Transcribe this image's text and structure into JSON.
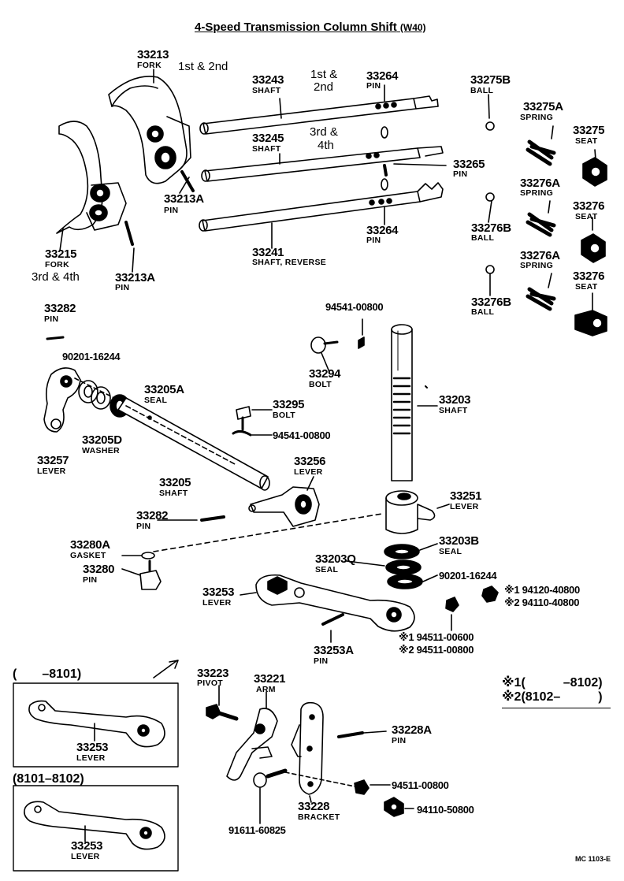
{
  "title": {
    "main": "4-Speed Transmission Column Shift",
    "code": "(W40)"
  },
  "parts": {
    "p33213": {
      "num": "33213",
      "name": "FORK",
      "note": "1st & 2nd"
    },
    "p33215": {
      "num": "33215",
      "name": "FORK",
      "note": "3rd & 4th"
    },
    "p33213A_1": {
      "num": "33213A",
      "name": "PIN"
    },
    "p33213A_2": {
      "num": "33213A",
      "name": "PIN"
    },
    "p33243": {
      "num": "33243",
      "name": "SHAFT",
      "note_l1": "1st &",
      "note_l2": "2nd"
    },
    "p33245": {
      "num": "33245",
      "name": "SHAFT",
      "note_l1": "3rd &",
      "note_l2": "4th"
    },
    "p33241": {
      "num": "33241",
      "name": "SHAFT, REVERSE"
    },
    "p33264_1": {
      "num": "33264",
      "name": "PIN"
    },
    "p33264_2": {
      "num": "33264",
      "name": "PIN"
    },
    "p33265": {
      "num": "33265",
      "name": "PIN"
    },
    "p33275B": {
      "num": "33275B",
      "name": "BALL"
    },
    "p33275A": {
      "num": "33275A",
      "name": "SPRING"
    },
    "p33275": {
      "num": "33275",
      "name": "SEAT"
    },
    "p33276A_1": {
      "num": "33276A",
      "name": "SPRING"
    },
    "p33276_1": {
      "num": "33276",
      "name": "SEAT"
    },
    "p33276B_1": {
      "num": "33276B",
      "name": "BALL"
    },
    "p33276A_2": {
      "num": "33276A",
      "name": "SPRING"
    },
    "p33276_2": {
      "num": "33276",
      "name": "SEAT"
    },
    "p33276B_2": {
      "num": "33276B",
      "name": "BALL"
    },
    "p33282_1": {
      "num": "33282",
      "name": "PIN"
    },
    "p90201_1": {
      "num": "90201-16244"
    },
    "p33205A": {
      "num": "33205A",
      "name": "SEAL"
    },
    "p33205D": {
      "num": "33205D",
      "name": "WASHER"
    },
    "p33257": {
      "num": "33257",
      "name": "LEVER"
    },
    "p33205": {
      "num": "33205",
      "name": "SHAFT"
    },
    "p94541_1": {
      "num": "94541-00800"
    },
    "p33294": {
      "num": "33294",
      "name": "BOLT"
    },
    "p33295": {
      "num": "33295",
      "name": "BOLT"
    },
    "p94541_2": {
      "num": "94541-00800"
    },
    "p33203": {
      "num": "33203",
      "name": "SHAFT"
    },
    "p33256": {
      "num": "33256",
      "name": "LEVER"
    },
    "p33282_2": {
      "num": "33282",
      "name": "PIN"
    },
    "p33251": {
      "num": "33251",
      "name": "LEVER"
    },
    "p33203B": {
      "num": "33203B",
      "name": "SEAL"
    },
    "p33203Q": {
      "num": "33203Q",
      "name": "SEAL"
    },
    "p90201_2": {
      "num": "90201-16244"
    },
    "p33280A": {
      "num": "33280A",
      "name": "GASKET"
    },
    "p33280": {
      "num": "33280",
      "name": "PIN"
    },
    "p33253_main": {
      "num": "33253",
      "name": "LEVER"
    },
    "p194120": {
      "num": "※1 94120-40800"
    },
    "p294110": {
      "num": "※2 94110-40800"
    },
    "p194511": {
      "num": "※1 94511-00600"
    },
    "p294511": {
      "num": "※2 94511-00800"
    },
    "p33253A": {
      "num": "33253A",
      "name": "PIN"
    },
    "p33223": {
      "num": "33223",
      "name": "PIVOT"
    },
    "p33221": {
      "num": "33221",
      "name": "ARM"
    },
    "p33228A": {
      "num": "33228A",
      "name": "PIN"
    },
    "p94511_3": {
      "num": "94511-00800"
    },
    "p33228": {
      "num": "33228",
      "name": "BRACKET"
    },
    "p94110": {
      "num": "94110-50800"
    },
    "p91611": {
      "num": "91611-60825"
    },
    "box1": {
      "range": "(　　–8101)",
      "num": "33253",
      "name": "LEVER"
    },
    "box2": {
      "range": "(8101–8102)",
      "num": "33253",
      "name": "LEVER"
    }
  },
  "legend": {
    "line1": "※1(　　　–8102)",
    "line2": "※2(8102–　　　)"
  },
  "footer_code": "MC 1103-E"
}
